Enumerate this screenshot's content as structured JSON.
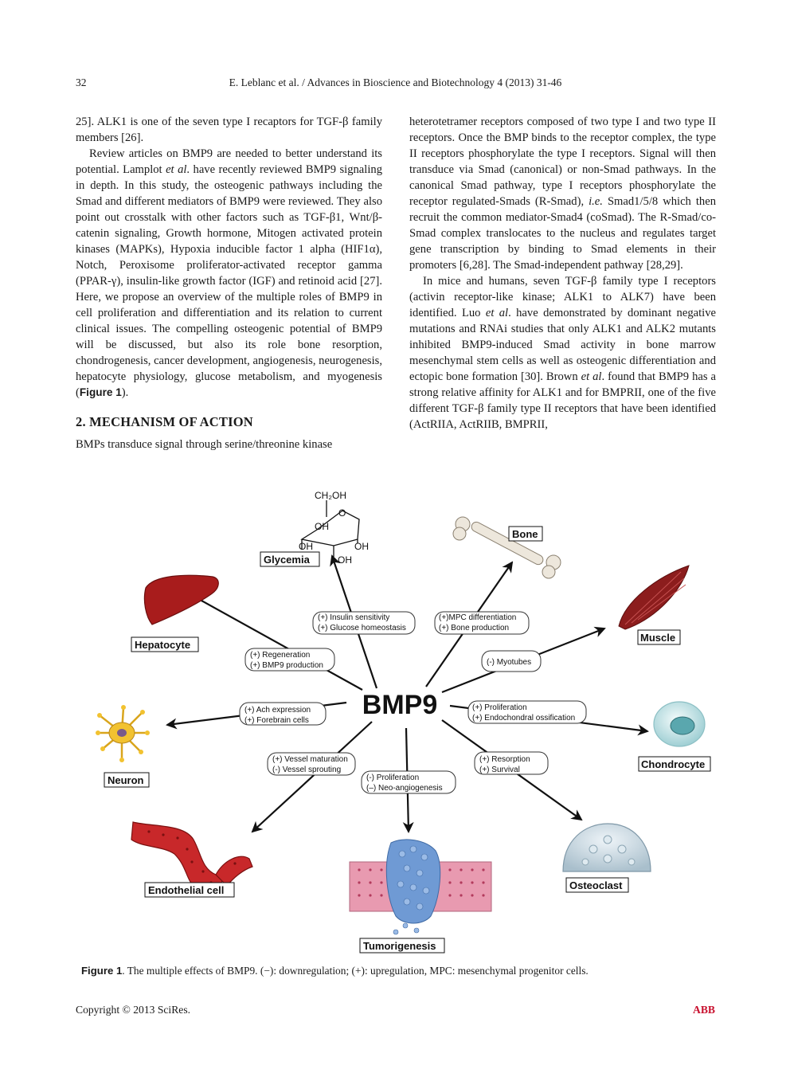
{
  "header": {
    "page_number": "32",
    "running_title": "E. Leblanc et al. / Advances in Bioscience and Biotechnology 4 (2013) 31-46"
  },
  "left_column": {
    "p1": "25]. ALK1 is one of the seven type I recaptors for TGF-β family members [26].",
    "p2a": "Review articles on BMP9 are needed to better understand its potential. Lamplot ",
    "p2_etal": "et al",
    "p2b": ". have recently reviewed BMP9 signaling in depth. In this study, the osteogenic pathways including the Smad and different mediators of BMP9 were reviewed. They also point out crosstalk with other factors such as TGF-β1, Wnt/β-catenin signaling, Growth hormone, Mitogen activated protein kinases (MAPKs), Hypoxia inducible factor 1 alpha (HIF1α), Notch, Peroxisome proliferator-activated receptor gamma (PPAR-γ), insulin-like growth factor (IGF) and retinoid acid [27]. Here, we propose an overview of the multiple roles of BMP9 in cell proliferation and differentiation and its relation to current clinical issues. The compelling osteogenic potential of BMP9 will be discussed, but also its role bone resorption, chondrogenesis, cancer development, angiogenesis, neurogenesis, hepatocyte physiology, glucose metabolism, and myogenesis (",
    "p2_figref": "Figure 1",
    "p2c": ").",
    "section_heading": "2. MECHANISM OF ACTION",
    "p3": "BMPs transduce signal through serine/threonine kinase"
  },
  "right_column": {
    "p1a": "heterotetramer receptors composed of two type I and two type II receptors. Once the BMP binds to the receptor complex, the type II receptors phosphorylate the type I receptors. Signal will then transduce via Smad (canonical) or non-Smad pathways. In the canonical Smad pathway, type I receptors phosphorylate the receptor regulated-Smads (R-Smad), ",
    "p1_ie": "i.e.",
    "p1b": " Smad1/5/8 which then recruit the common mediator-Smad4 (coSmad). The R-Smad/co-Smad complex translocates to the nucleus and regulates target gene transcription by binding to Smad elements in their promoters [6,28]. The Smad-independent pathway [28,29].",
    "p2a": "In mice and humans, seven TGF-β family type I receptors (activin receptor-like kinase; ALK1 to ALK7) have been identified. Luo ",
    "p2_etal1": "et al",
    "p2b": ". have demonstrated by dominant negative mutations and RNAi studies that only ALK1 and ALK2 mutants inhibited BMP9-induced Smad activity in bone marrow mesenchymal stem cells as well as osteogenic differentiation and ectopic bone formation [30]. Brown ",
    "p2_etal2": "et al",
    "p2c": ". found that BMP9 has a strong relative affinity for ALK1 and for BMPRII, one of the five different TGF-β family type II receptors that have been identified (ActRIIA, ActRIIB, BMPRII,"
  },
  "figure": {
    "center": "BMP9",
    "chem": {
      "ch2oh": "CH₂OH",
      "o": "O",
      "oh": "OH"
    },
    "labels": {
      "glycemia": "Glycemia",
      "bone": "Bone",
      "muscle": "Muscle",
      "chondrocyte": "Chondrocyte",
      "osteoclast": "Osteoclast",
      "tumorigenesis": "Tumorigenesis",
      "endothelial": "Endothelial cell",
      "neuron": "Neuron",
      "hepatocyte": "Hepatocyte"
    },
    "effects": {
      "glycemia": [
        "(+) Insulin sensitivity",
        "(+) Glucose homeostasis"
      ],
      "bone": [
        "(+)MPC differentiation",
        "(+) Bone production"
      ],
      "muscle": [
        "(-)  Myotubes"
      ],
      "chondrocyte": [
        "(+) Proliferation",
        "(+) Endochondral ossification"
      ],
      "osteoclast": [
        "(+) Resorption",
        "(+) Survival"
      ],
      "tumorigenesis": [
        "(-)  Proliferation",
        "(–) Neo-angiogenesis"
      ],
      "endothelial": [
        "(+) Vessel maturation",
        "(-)  Vessel sprouting"
      ],
      "neuron": [
        "(+) Ach expression",
        "(+) Forebrain cells"
      ],
      "hepatocyte": [
        "(+) Regeneration",
        "(+) BMP9 production"
      ]
    },
    "colors": {
      "liver": "#a81c1c",
      "muscle": "#8c1d1d",
      "neuron": "#f2c230",
      "vessel": "#c8282a",
      "chondrocyte": "#bfe3e6",
      "osteoclast": "#b8cbd6",
      "tumor": "#6f9ad4",
      "tissue": "#e89ab0",
      "bone": "#ede7dc"
    }
  },
  "caption": {
    "label": "Figure 1",
    "text": ". The multiple effects of BMP9. (−): downregulation; (+): upregulation, MPC: mesenchymal progenitor cells."
  },
  "footer": {
    "copyright": "Copyright © 2013 SciRes.",
    "journal_abbr": "ABB"
  }
}
